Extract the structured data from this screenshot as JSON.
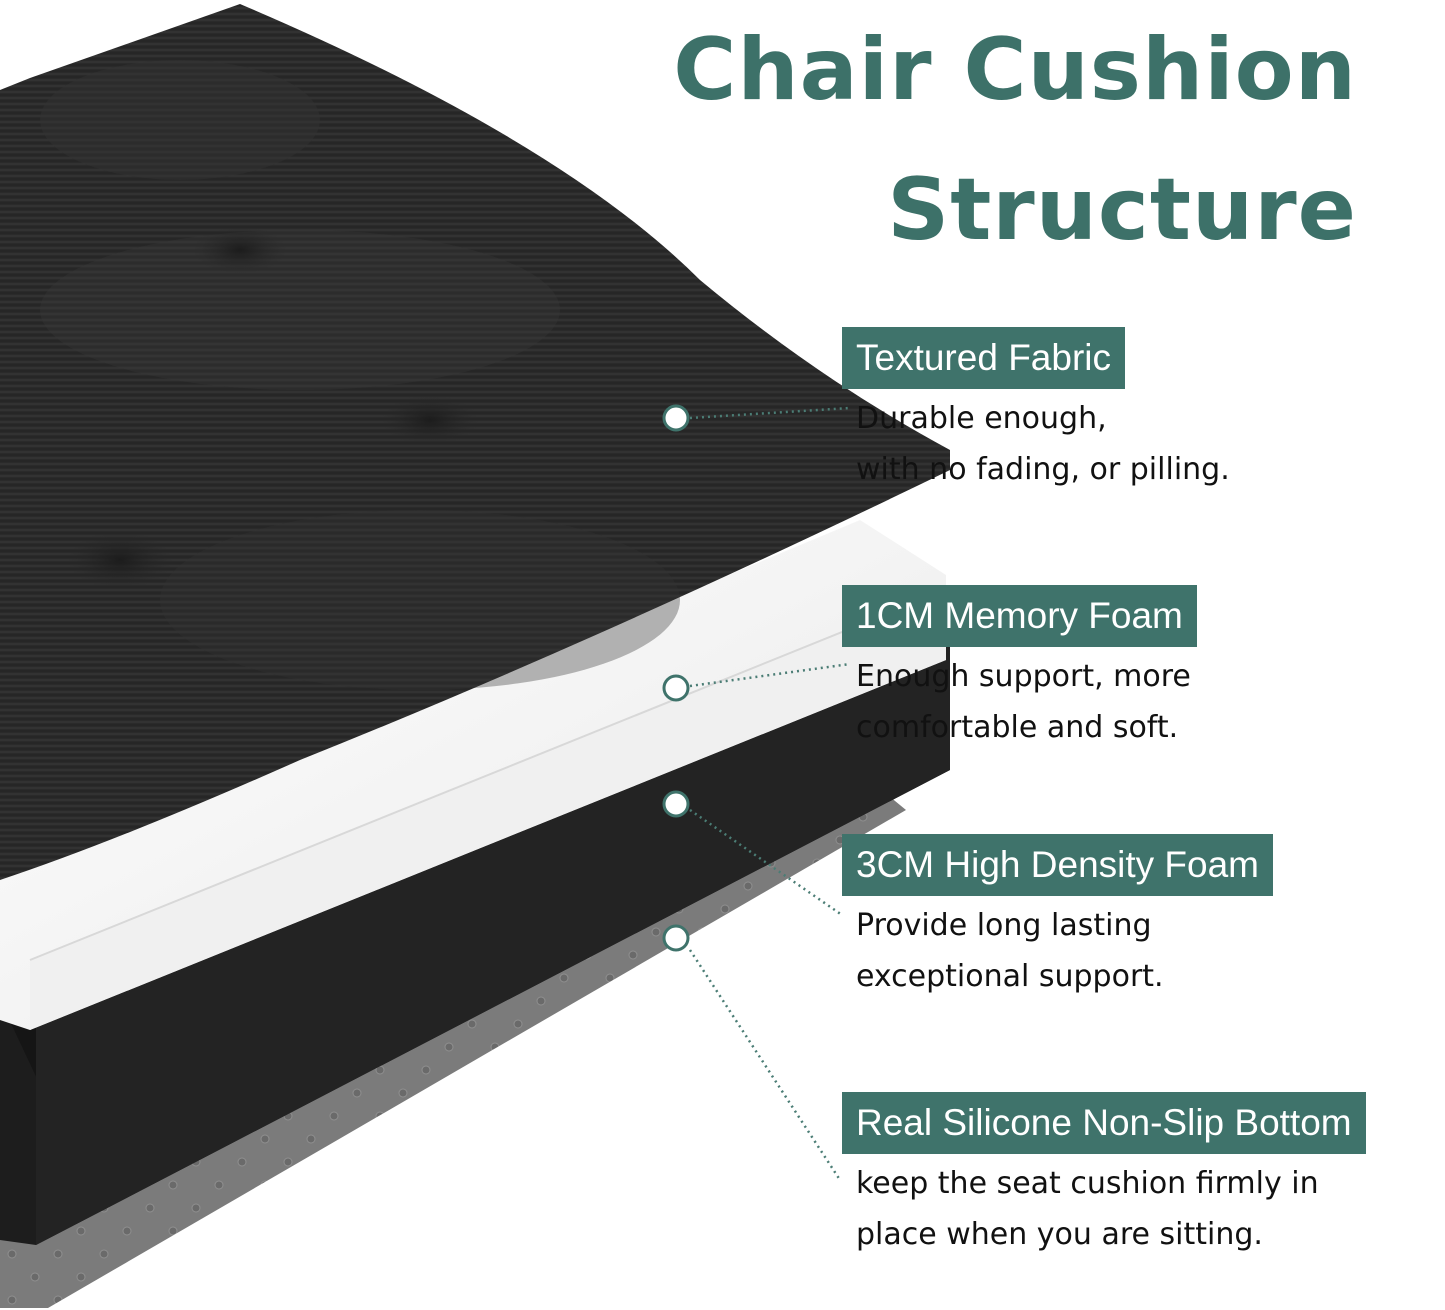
{
  "title": {
    "line1": "Chair Cushion",
    "line2": "Structure"
  },
  "features": [
    {
      "label": "Textured Fabric",
      "desc": [
        "Durable enough,",
        "with no fading, or pilling."
      ]
    },
    {
      "label": "1CM Memory Foam",
      "desc": [
        "Enough support, more",
        "comfortable and soft."
      ]
    },
    {
      "label": "3CM High Density Foam",
      "desc": [
        "Provide long lasting",
        "exceptional support."
      ]
    },
    {
      "label": "Real Silicone Non-Slip Bottom",
      "desc": [
        "keep the seat cushion firmly in",
        "place when you are sitting."
      ]
    }
  ],
  "colors": {
    "accent": "#3f736b",
    "title": "#3d7169",
    "fabric": "#2b2b2b",
    "memory_foam": "#f4f4f4",
    "dense_foam": "#1e1e1e",
    "silicone_base": "#7a7a7a"
  },
  "icons": {
    "marker": "callout-dot-icon"
  }
}
